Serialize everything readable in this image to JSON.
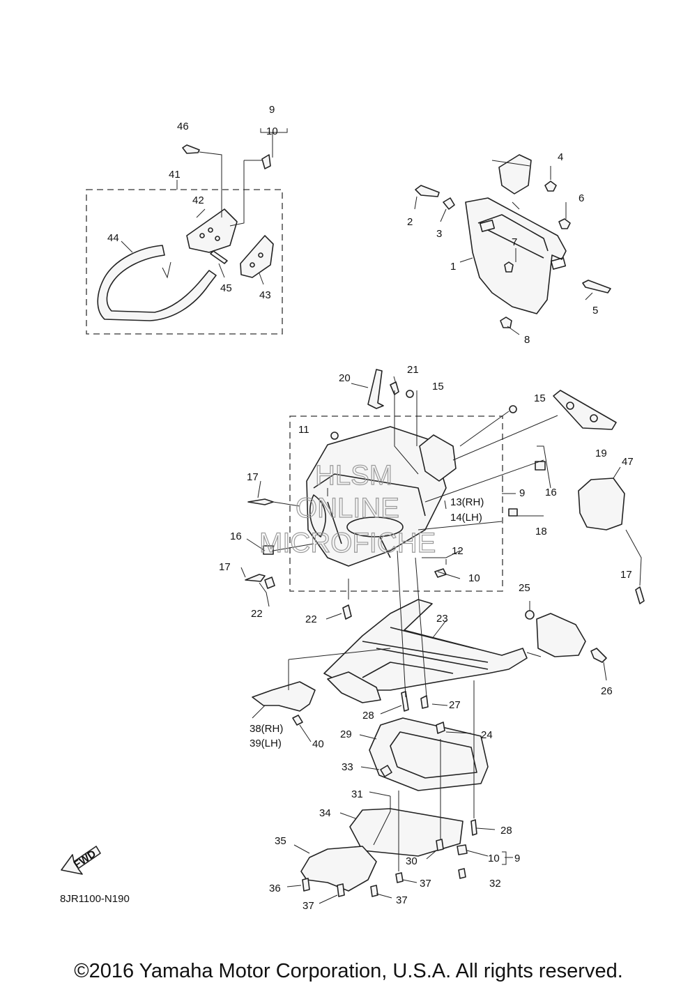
{
  "labels": {
    "l1": "1",
    "l2": "2",
    "l3": "3",
    "l4": "4",
    "l5": "5",
    "l6": "6",
    "l7": "7",
    "l8": "8",
    "l9a": "9",
    "l10a": "10",
    "l9b": "9",
    "l9c": "9",
    "l10b": "10",
    "l10c": "10",
    "l11": "11",
    "l12": "12",
    "l13": "13(RH)",
    "l14": "14(LH)",
    "l15a": "15",
    "l15b": "15",
    "l16a": "16",
    "l16b": "16",
    "l17a": "17",
    "l17b": "17",
    "l17c": "17",
    "l18": "18",
    "l19": "19",
    "l20": "20",
    "l21": "21",
    "l22a": "22",
    "l22b": "22",
    "l23": "23",
    "l24": "24",
    "l25": "25",
    "l26": "26",
    "l27": "27",
    "l28a": "28",
    "l28b": "28",
    "l29": "29",
    "l30": "30",
    "l31": "31",
    "l32": "32",
    "l33": "33",
    "l34": "34",
    "l35": "35",
    "l36": "36",
    "l37a": "37",
    "l37b": "37",
    "l37c": "37",
    "l38": "38(RH)",
    "l39": "39(LH)",
    "l40": "40",
    "l41": "41",
    "l42": "42",
    "l43": "43",
    "l44": "44",
    "l45": "45",
    "l46": "46",
    "l47": "47"
  },
  "watermark": {
    "line1": "HLSM",
    "line2": "ONLINE",
    "line3": "MICROFICHE"
  },
  "fwd_label": "FWD",
  "catalog_number": "8JR1100-N190",
  "copyright": "©2016 Yamaha Motor Corporation, U.S.A. All rights reserved.",
  "colors": {
    "ink": "#111111",
    "watermark": "#9a9a9a",
    "background": "#ffffff"
  }
}
